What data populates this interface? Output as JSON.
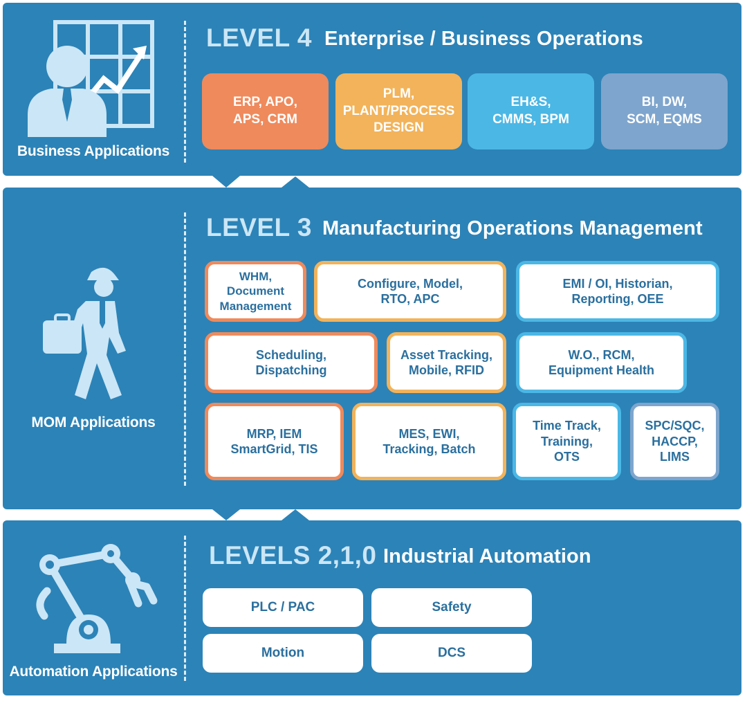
{
  "colors": {
    "panel_blue": "#2c83b7",
    "box_orange": "#ef8a5c",
    "box_yellow": "#f2b35a",
    "box_light_blue": "#4bb7e5",
    "box_slate": "#7ea5cd",
    "text_blue": "#2a6f9e",
    "label_light": "#cbe6f6"
  },
  "level4": {
    "label": "LEVEL 4",
    "title": "Enterprise / Business Operations",
    "caption": "Business Applications",
    "icon": "business-person-chart-icon",
    "boxes": [
      {
        "text": "ERP, APO,\nAPS, CRM",
        "color": "#ef8a5c"
      },
      {
        "text": "PLM,\nPLANT/PROCESS\nDESIGN",
        "color": "#f2b35a"
      },
      {
        "text": "EH&S,\nCMMS, BPM",
        "color": "#4bb7e5"
      },
      {
        "text": "BI, DW,\nSCM, EQMS",
        "color": "#7ea5cd"
      }
    ]
  },
  "level3": {
    "label": "LEVEL 3",
    "title": "Manufacturing Operations Management",
    "caption": "MOM Applications",
    "icon": "walking-worker-icon",
    "boxes": [
      {
        "text": "WHM,\nDocument\nManagement",
        "border": "#ef8a5c"
      },
      {
        "text": "Configure, Model,\nRTO, APC",
        "border": "#f2b35a"
      },
      {
        "text": "EMI / OI, Historian,\nReporting, OEE",
        "border": "#4bb7e5"
      },
      {
        "text": "Scheduling,\nDispatching",
        "border": "#ef8a5c"
      },
      {
        "text": "Asset Tracking,\nMobile, RFID",
        "border": "#f2b35a"
      },
      {
        "text": "W.O., RCM,\nEquipment Health",
        "border": "#4bb7e5"
      },
      {
        "text": "MRP, IEM\nSmartGrid, TIS",
        "border": "#ef8a5c"
      },
      {
        "text": "MES, EWI,\nTracking, Batch",
        "border": "#f2b35a"
      },
      {
        "text": "Time Track,\nTraining,\nOTS",
        "border": "#4bb7e5"
      },
      {
        "text": "SPC/SQC,\nHACCP,\nLIMS",
        "border": "#7ea5cd"
      }
    ]
  },
  "level210": {
    "label": "LEVELS 2,1,0",
    "title": "Industrial Automation",
    "caption": "Automation Applications",
    "icon": "robot-arm-icon",
    "boxes": [
      {
        "text": "PLC / PAC"
      },
      {
        "text": "Safety"
      },
      {
        "text": "Motion"
      },
      {
        "text": "DCS"
      }
    ]
  }
}
